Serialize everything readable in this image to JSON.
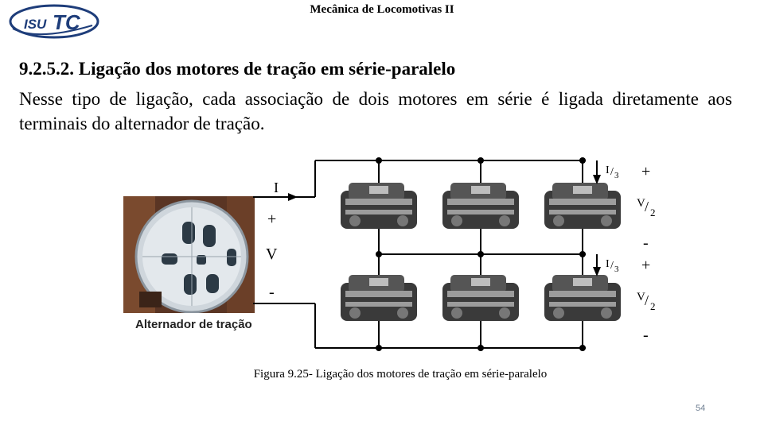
{
  "header": {
    "logo_text": "ISUTC",
    "title": "Mecânica de Locomotivas II"
  },
  "section": {
    "heading": "9.2.5.2. Ligação dos motores de tração em série-paralelo",
    "body": "Nesse tipo de ligação, cada associação de dois motores em série é ligada diretamente aos  terminais do alternador de tração."
  },
  "figure": {
    "photo_caption": "Alternador de tração",
    "circuit_labels": {
      "current": "I",
      "plus": "+",
      "voltage": "V",
      "minus": "-",
      "current_third_num": "I",
      "current_third_den": "3",
      "half_voltage_num": "V",
      "half_voltage_den": "2"
    },
    "caption": "Figura 9.25- Ligação dos motores de tração em série-paralelo"
  },
  "footer": {
    "page_number": "54"
  }
}
